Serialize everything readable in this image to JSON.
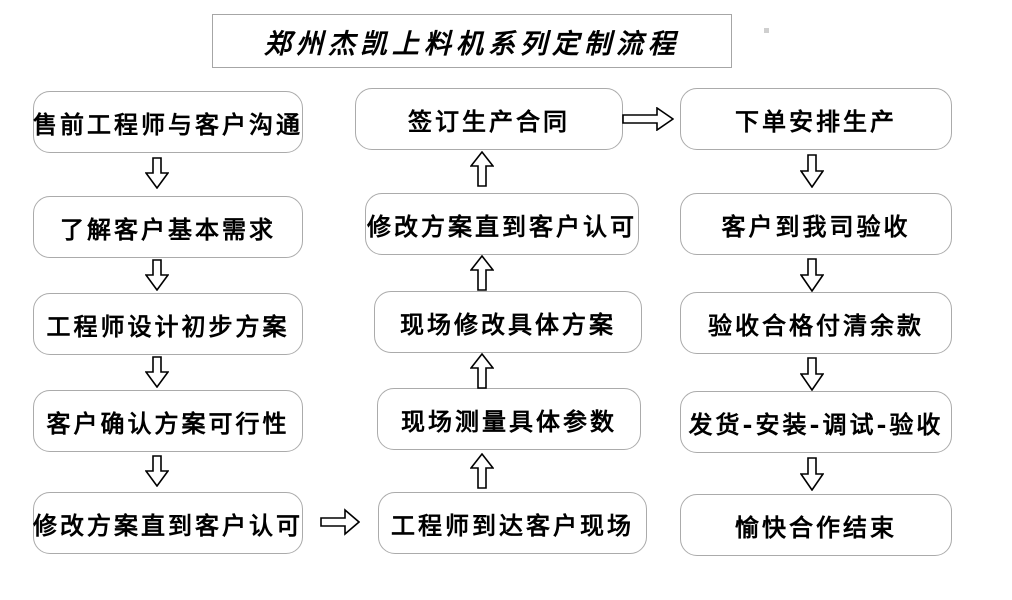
{
  "title": "郑州杰凯上料机系列定制流程",
  "flow": {
    "left": [
      "售前工程师与客户沟通",
      "了解客户基本需求",
      "工程师设计初步方案",
      "客户确认方案可行性",
      "修改方案直到客户认可"
    ],
    "middle": [
      "签订生产合同",
      "修改方案直到客户认可",
      "现场修改具体方案",
      "现场测量具体参数",
      "工程师到达客户现场"
    ],
    "right": [
      "下单安排生产",
      "客户到我司验收",
      "验收合格付清余款",
      "发货-安装-调试-验收",
      "愉快合作结束"
    ]
  },
  "colors": {
    "background": "#ffffff",
    "box_border": "#ababab",
    "title_border": "#a6a6a6",
    "arrow_outline": "#000000",
    "text": "#000000",
    "handle_dot": "#cfcfcf"
  }
}
